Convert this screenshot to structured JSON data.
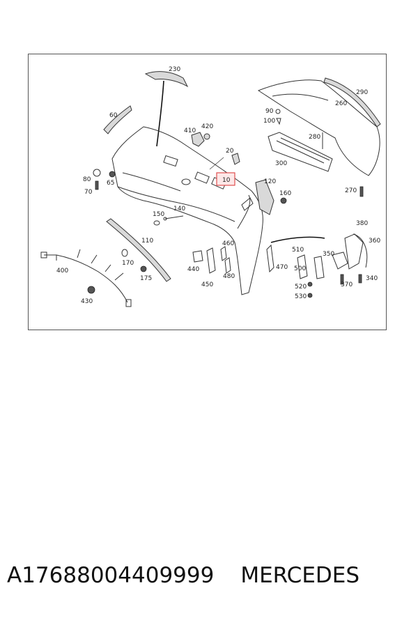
{
  "caption": {
    "part_number": "A17688004409999",
    "brand": "MERCEDES"
  },
  "diagram": {
    "labels": [
      {
        "id": "230",
        "text": "230"
      },
      {
        "id": "60",
        "text": "60"
      },
      {
        "id": "410",
        "text": "410"
      },
      {
        "id": "420",
        "text": "420"
      },
      {
        "id": "20",
        "text": "20"
      },
      {
        "id": "10",
        "text": "10",
        "highlighted": true
      },
      {
        "id": "80",
        "text": "80"
      },
      {
        "id": "65",
        "text": "65"
      },
      {
        "id": "70",
        "text": "70"
      },
      {
        "id": "150",
        "text": "150"
      },
      {
        "id": "140",
        "text": "140"
      },
      {
        "id": "110",
        "text": "110"
      },
      {
        "id": "400",
        "text": "400"
      },
      {
        "id": "170",
        "text": "170"
      },
      {
        "id": "175",
        "text": "175"
      },
      {
        "id": "430",
        "text": "430"
      },
      {
        "id": "440",
        "text": "440"
      },
      {
        "id": "460",
        "text": "460"
      },
      {
        "id": "450",
        "text": "450"
      },
      {
        "id": "480",
        "text": "480"
      },
      {
        "id": "120",
        "text": "120"
      },
      {
        "id": "160",
        "text": "160"
      },
      {
        "id": "90",
        "text": "90"
      },
      {
        "id": "100",
        "text": "100"
      },
      {
        "id": "290",
        "text": "290"
      },
      {
        "id": "260",
        "text": "260"
      },
      {
        "id": "280",
        "text": "280"
      },
      {
        "id": "300",
        "text": "300"
      },
      {
        "id": "270",
        "text": "270"
      },
      {
        "id": "380",
        "text": "380"
      },
      {
        "id": "360",
        "text": "360"
      },
      {
        "id": "510",
        "text": "510"
      },
      {
        "id": "350",
        "text": "350"
      },
      {
        "id": "470",
        "text": "470"
      },
      {
        "id": "500",
        "text": "500"
      },
      {
        "id": "520",
        "text": "520"
      },
      {
        "id": "370",
        "text": "370"
      },
      {
        "id": "340",
        "text": "340"
      },
      {
        "id": "530",
        "text": "530"
      }
    ]
  }
}
